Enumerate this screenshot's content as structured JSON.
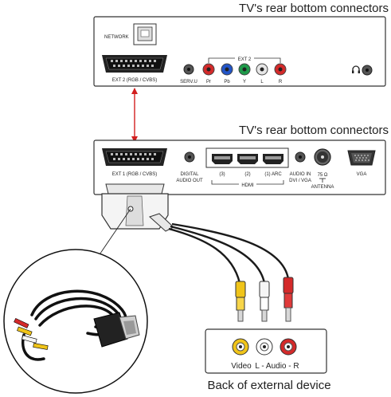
{
  "top_panel": {
    "title": "TV's rear bottom connectors",
    "network_label": "NETWORK",
    "scart_label": "EXT 2 (RGB / CVBS)",
    "serv_label": "SERV.U",
    "ext_group_label": "EXT 2",
    "jacks": [
      {
        "label": "Pr",
        "color": "#d42a2a"
      },
      {
        "label": "Pb",
        "color": "#2255c8"
      },
      {
        "label": "Y",
        "color": "#1f9a4a"
      },
      {
        "label": "L",
        "color": "#e6e6e6"
      },
      {
        "label": "R",
        "color": "#d42a2a"
      }
    ],
    "headphone_icon": "headphone-icon"
  },
  "bottom_panel": {
    "title": "TV's rear bottom connectors",
    "scart_label": "EXT 1 (RGB / CVBS)",
    "digital_audio_label_1": "DIGITAL",
    "digital_audio_label_2": "AUDIO OUT",
    "hdmi_ports": [
      "(3)",
      "(2)",
      "(1) ARC"
    ],
    "hdmi_label": "HDMI",
    "audio_in_label_1": "AUDIO IN",
    "audio_in_label_2": "DVI / VGA",
    "antenna_label": "ANTENNA",
    "antenna_ohm": "75 Ω",
    "vga_label": "VGA"
  },
  "device": {
    "video_label": "Video",
    "audio_label": "L - Audio - R",
    "caption": "Back of external device",
    "jack_colors": [
      "#f0c419",
      "#ffffff",
      "#d42a2a"
    ]
  },
  "colors": {
    "link_line": "#d21e1e",
    "panel_stroke": "#333333"
  }
}
